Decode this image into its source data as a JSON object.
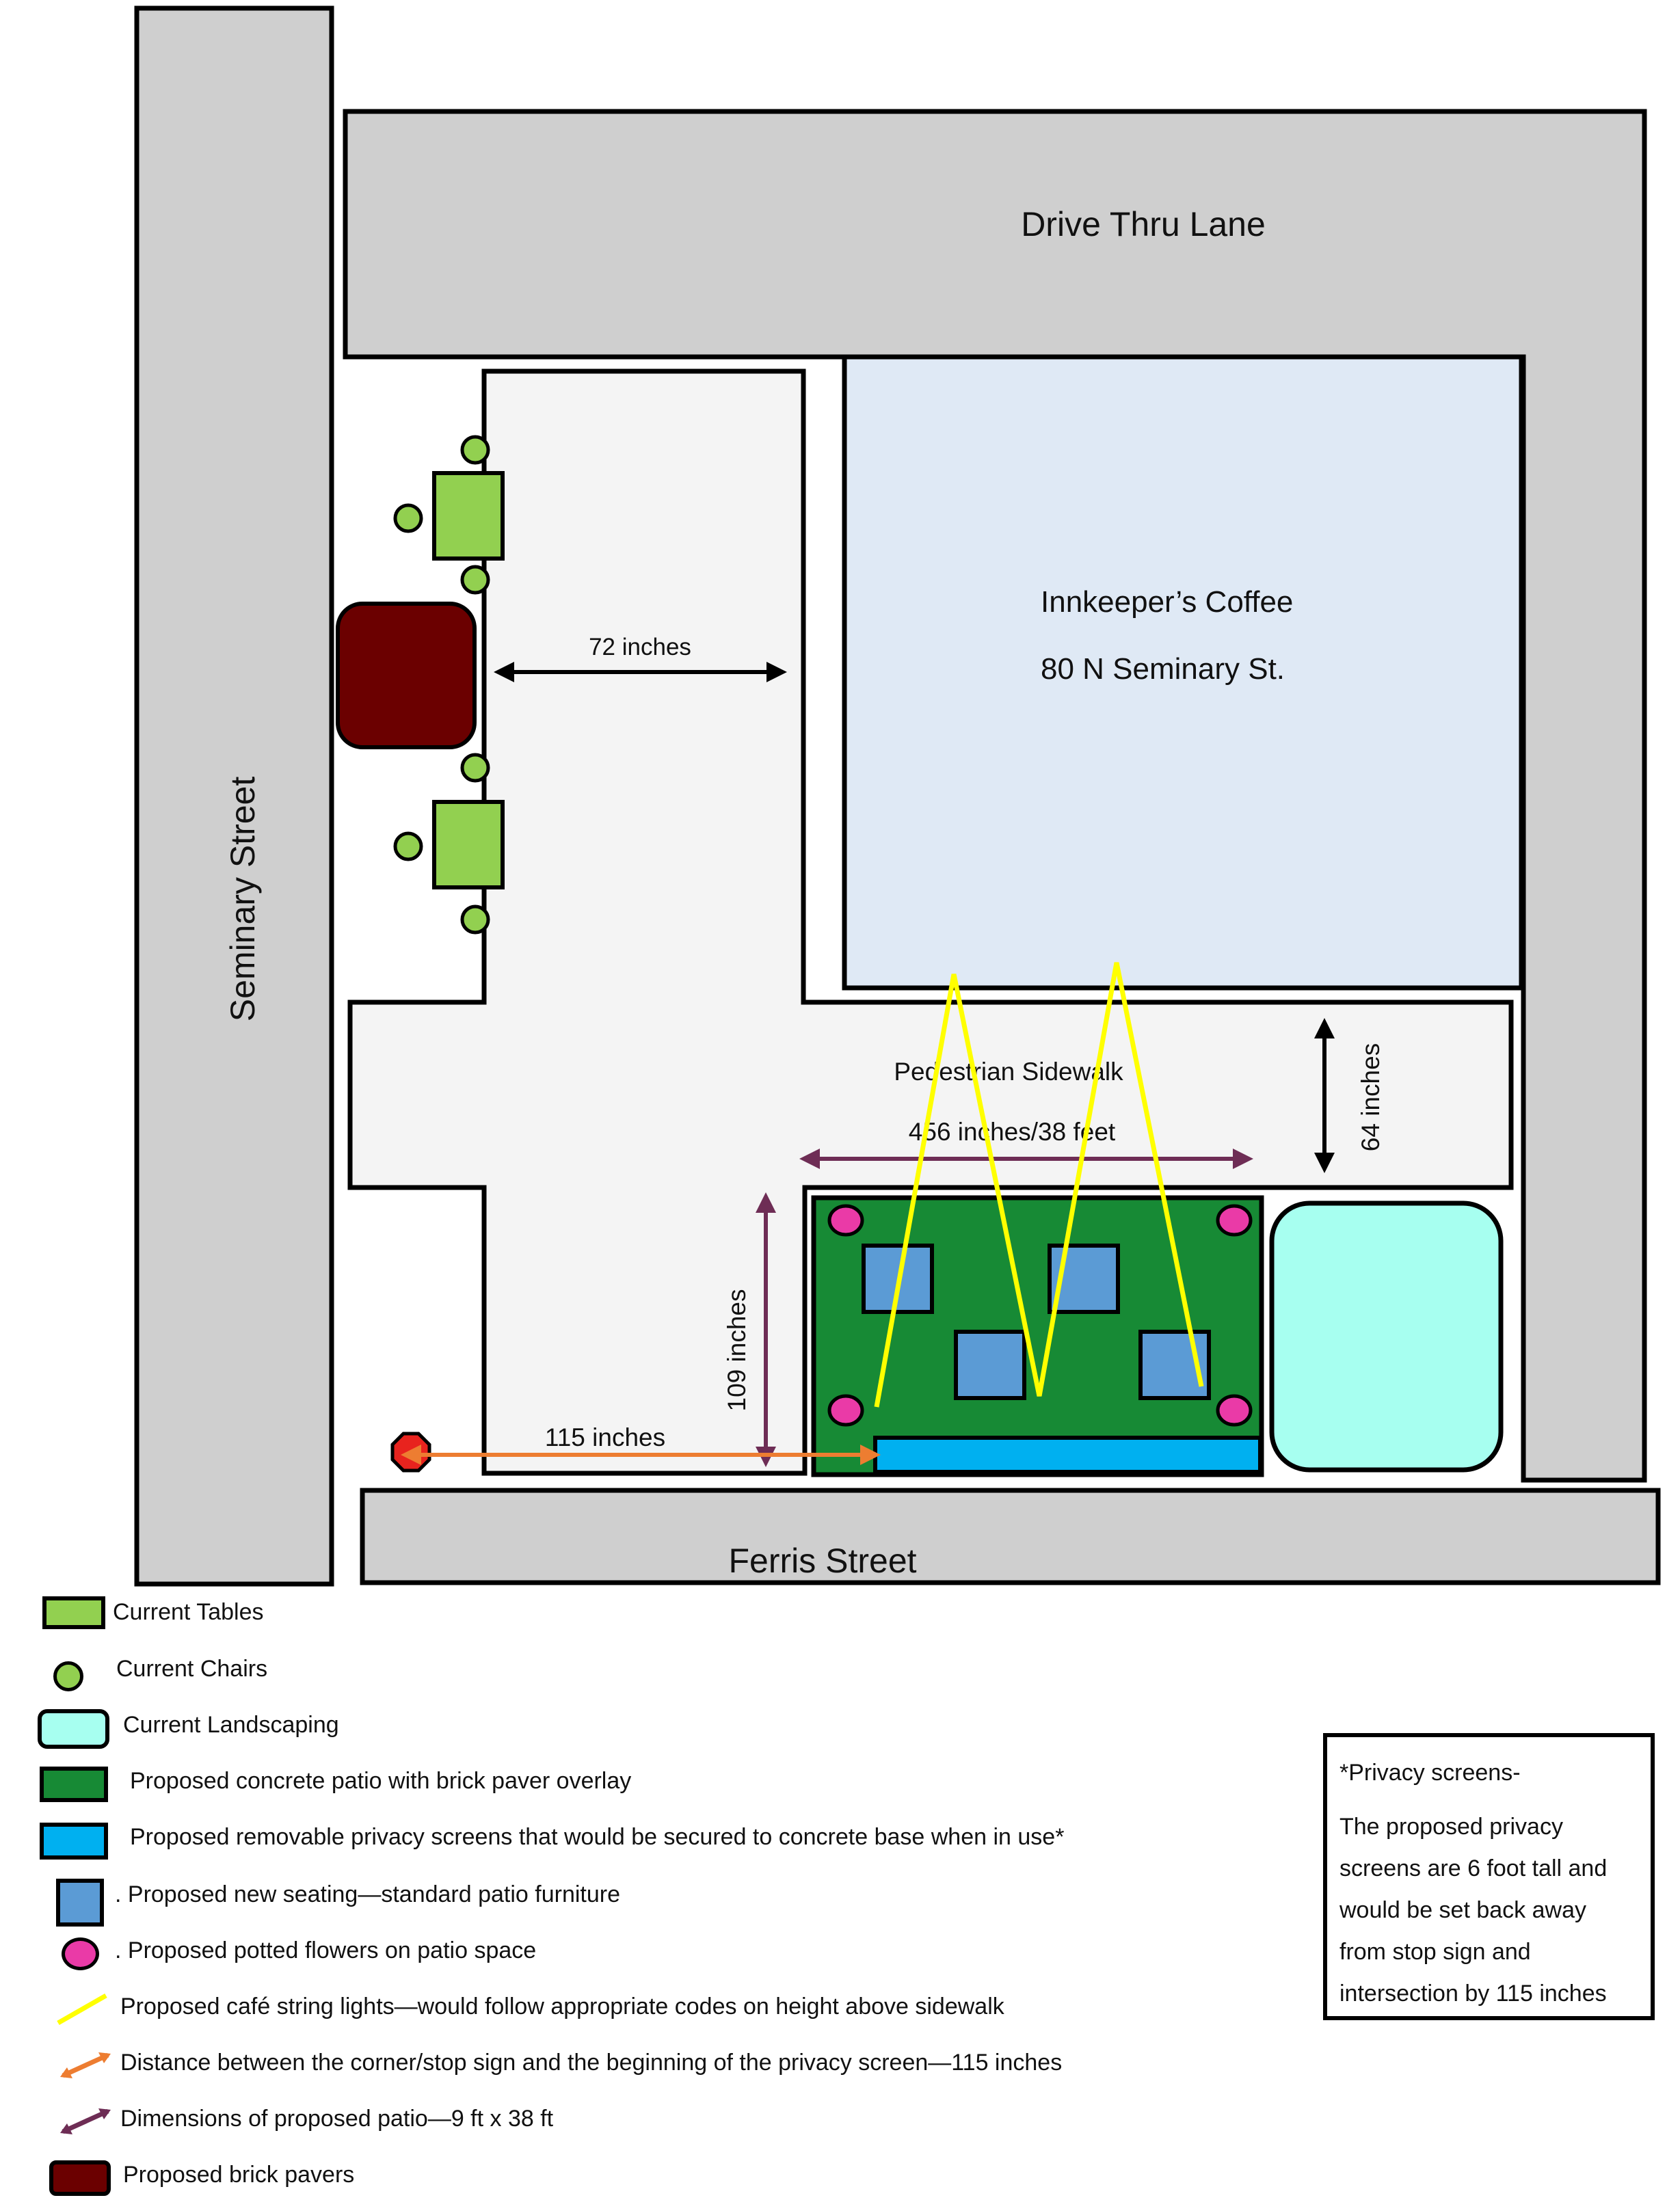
{
  "streets": {
    "top": "Drive Thru Lane",
    "left": "Seminary Street",
    "bottom": "Ferris Street"
  },
  "building": {
    "name": "Innkeeper’s Coffee",
    "address": "80 N Seminary St."
  },
  "labels": {
    "sidewalk": "Pedestrian Sidewalk",
    "dim_72": "72 inches",
    "dim_64": "64 inches",
    "dim_456": "456 inches/38 feet",
    "dim_109": "109 inches",
    "dim_115": "115 inches"
  },
  "colors": {
    "street": "#cfcfcf",
    "sidewalk": "#f4f4f4",
    "building": "#dfe9f5",
    "table": "#92d050",
    "chair": "#92d050",
    "landscaping": "#a7fff0",
    "patio": "#178a35",
    "privacy_screen": "#00b0f0",
    "seating": "#5b9bd5",
    "flowers": "#ea3aa7",
    "lights": "#ffff00",
    "corner_arrow": "#ed7d31",
    "patio_dim": "#6e2d55",
    "brick_pavers": "#6b0000",
    "stop_sign": "#e8231e"
  },
  "legend": [
    {
      "icon": "table-swatch",
      "text": "Current Tables"
    },
    {
      "icon": "chair-swatch",
      "text": "Current Chairs"
    },
    {
      "icon": "landscaping-swatch",
      "text": "Current Landscaping"
    },
    {
      "icon": "patio-swatch",
      "text": "Proposed concrete patio with brick paver overlay"
    },
    {
      "icon": "privacy-screen-swatch",
      "text": "Proposed removable privacy screens that would be secured to concrete base when in use*"
    },
    {
      "icon": "seating-swatch",
      "text": ". Proposed new seating—standard patio furniture"
    },
    {
      "icon": "flowers-swatch",
      "text": ". Proposed potted flowers on patio space"
    },
    {
      "icon": "string-lights-icon",
      "text": "Proposed café string lights—would follow appropriate codes on height above sidewalk"
    },
    {
      "icon": "corner-arrow-icon",
      "text": "Distance between the corner/stop sign and the beginning of the privacy screen—115 inches"
    },
    {
      "icon": "patio-dimension-arrow-icon",
      "text": "Dimensions of proposed patio—9 ft x 38 ft"
    },
    {
      "icon": "brick-pavers-swatch",
      "text": "Proposed brick pavers"
    }
  ],
  "note": {
    "title": "*Privacy screens-",
    "lines": [
      "The proposed privacy",
      "screens are 6 foot tall and",
      "would be set back away",
      "from stop sign and",
      "intersection by 115 inches"
    ]
  }
}
